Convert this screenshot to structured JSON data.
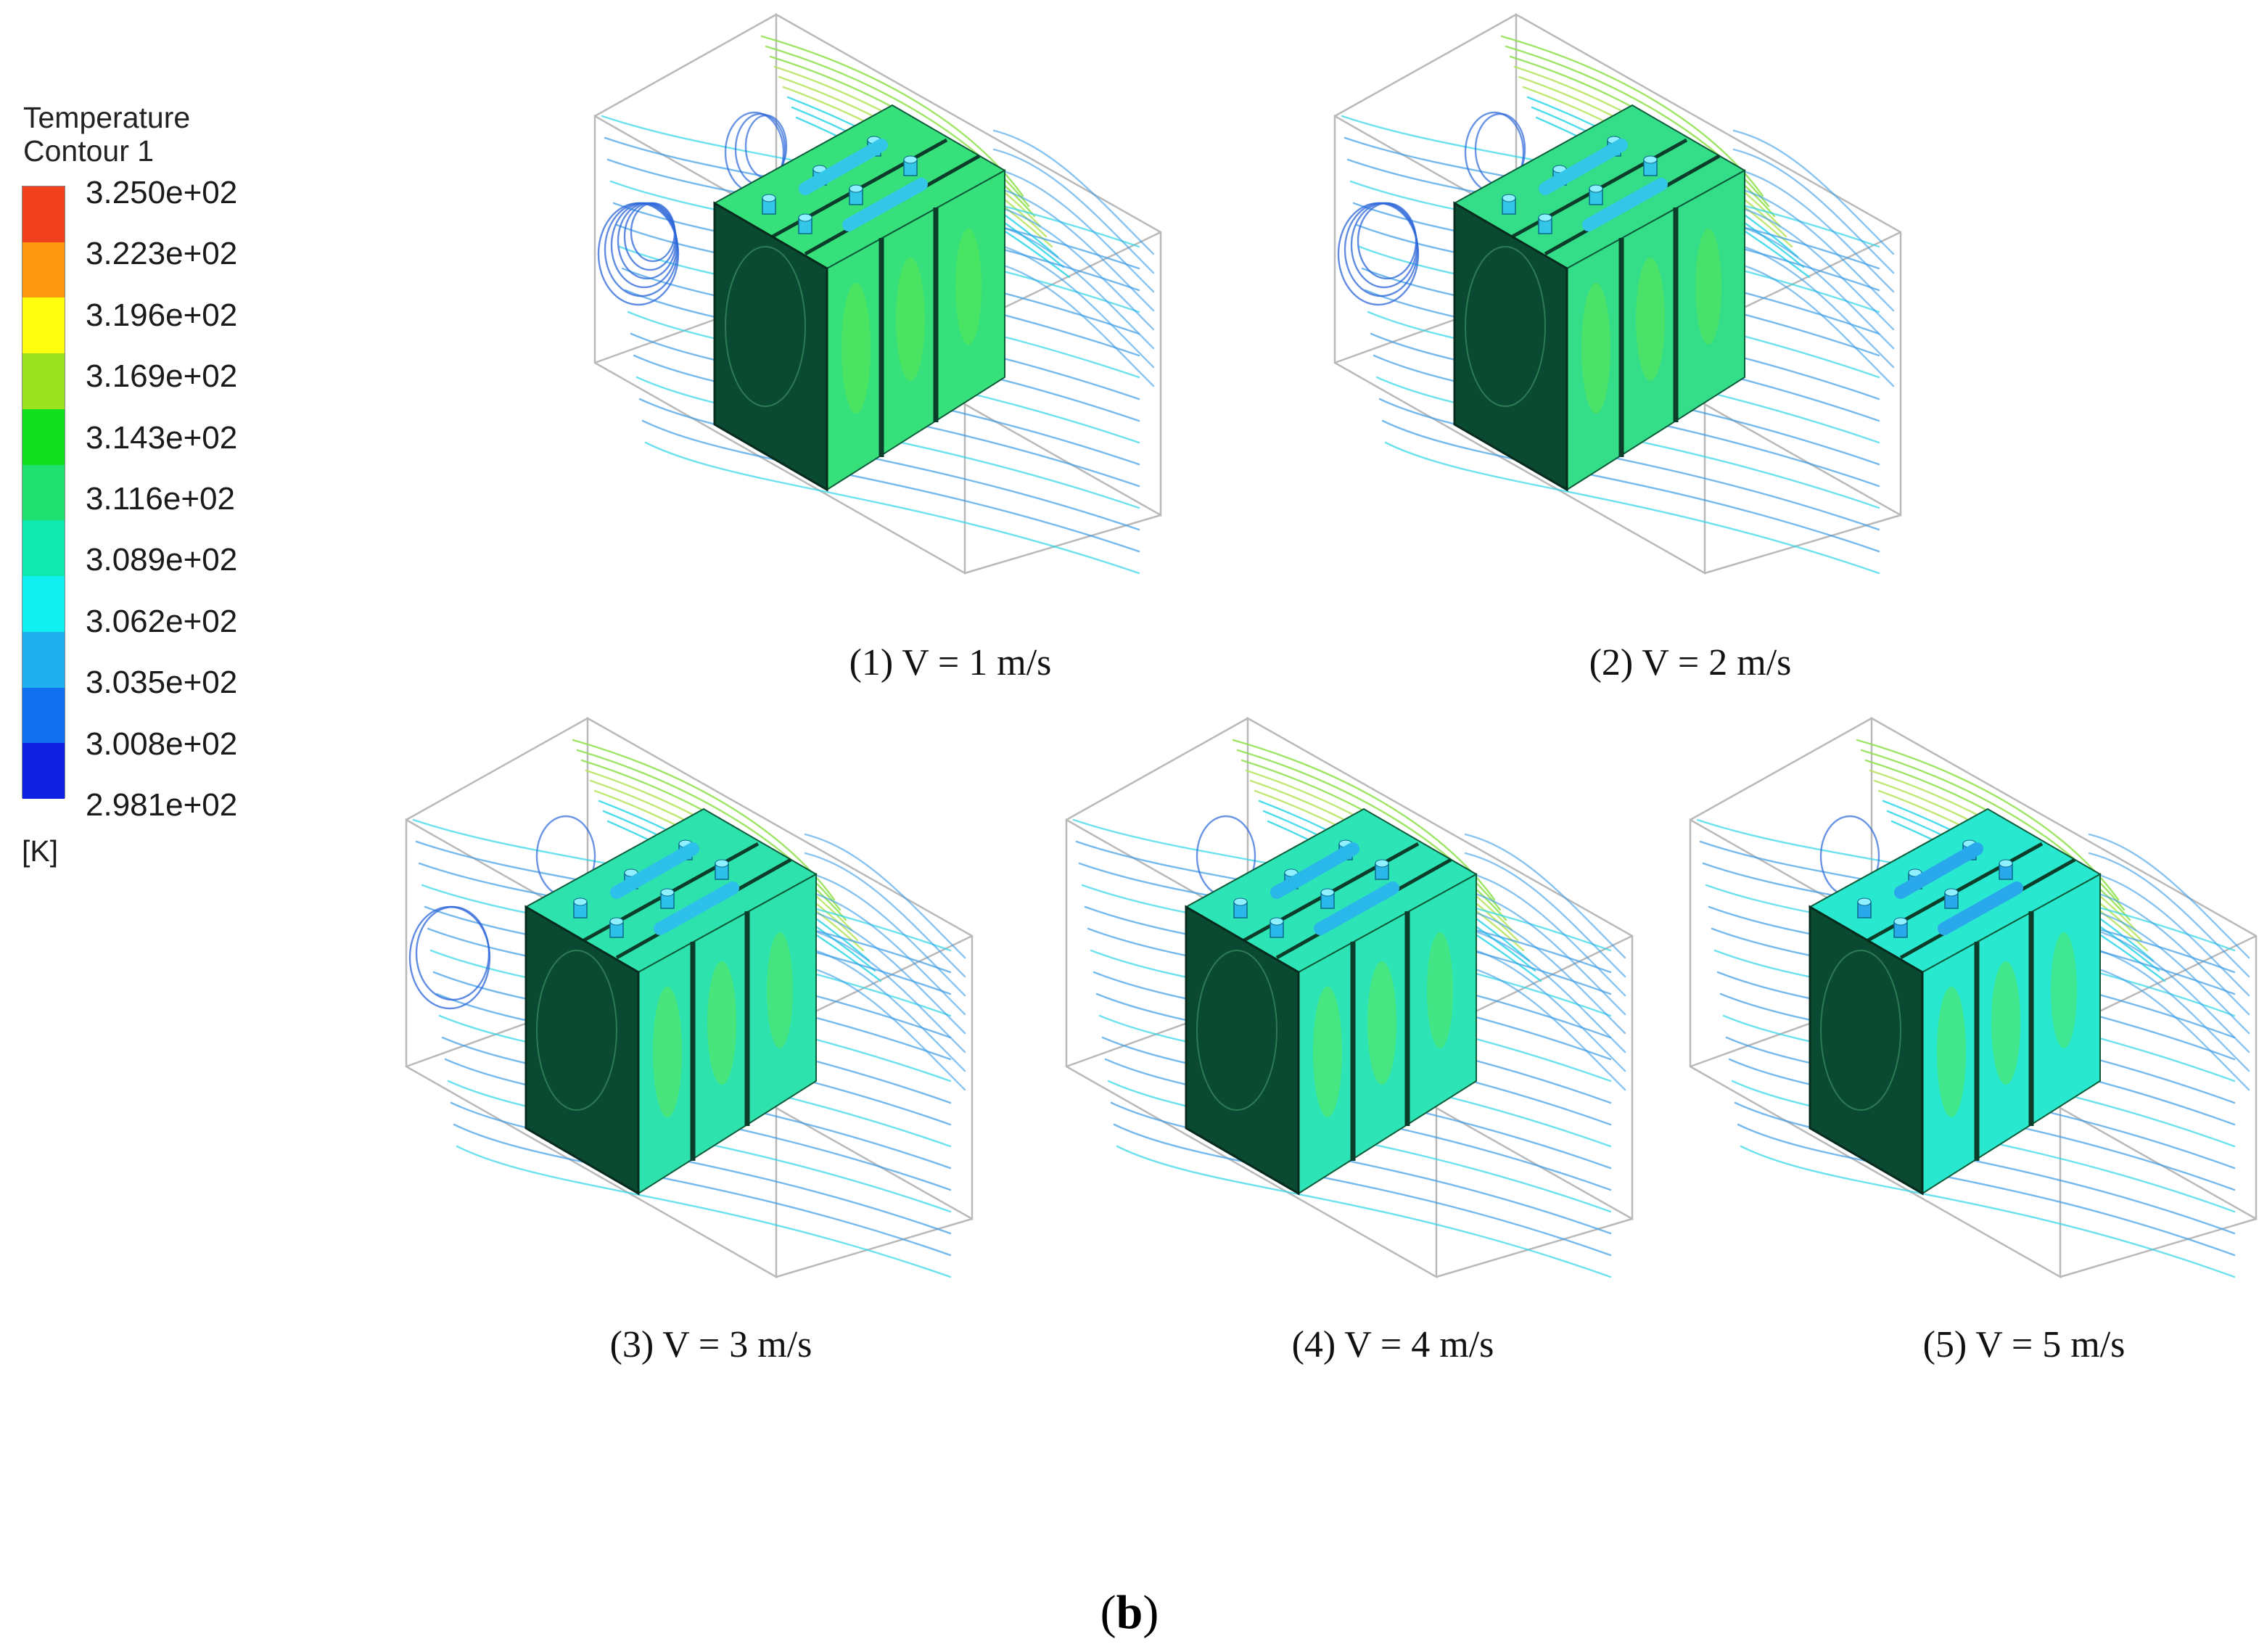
{
  "legend": {
    "title_line1": "Temperature",
    "title_line2": "Contour 1",
    "unit": "[K]",
    "ticks": [
      "3.250e+02",
      "3.223e+02",
      "3.196e+02",
      "3.169e+02",
      "3.143e+02",
      "3.116e+02",
      "3.089e+02",
      "3.062e+02",
      "3.035e+02",
      "3.008e+02",
      "2.981e+02"
    ],
    "bands": [
      "#f0401e",
      "#ff9a10",
      "#ffff10",
      "#9be320",
      "#10e020",
      "#20e070",
      "#10e8b0",
      "#10f0f0",
      "#20b0f0",
      "#1070f0",
      "#1020e0"
    ]
  },
  "panels": [
    {
      "caption": "(1) V = 1 m/s",
      "velocity": 1,
      "cell_color": "#36e07a",
      "tab_color": "#33c6e8"
    },
    {
      "caption": "(2) V = 2 m/s",
      "velocity": 2,
      "cell_color": "#34dd88",
      "tab_color": "#33c6e8"
    },
    {
      "caption": "(3) V = 3 m/s",
      "velocity": 3,
      "cell_color": "#2ee2ae",
      "tab_color": "#2dc0ea"
    },
    {
      "caption": "(4) V = 4 m/s",
      "velocity": 4,
      "cell_color": "#2de4b6",
      "tab_color": "#2ab7ea"
    },
    {
      "caption": "(5) V = 5 m/s",
      "velocity": 5,
      "cell_color": "#28e8cf",
      "tab_color": "#2aa8ec"
    }
  ],
  "colors": {
    "front_face": "#0b4a32",
    "streamline_blue": "#3b9be6",
    "streamline_cyan": "#2fd6e8",
    "streamline_green": "#8de04a",
    "domain_box": "#b9b9b9"
  },
  "figure_label_open": "(",
  "figure_label_letter": "b",
  "figure_label_close": ")"
}
